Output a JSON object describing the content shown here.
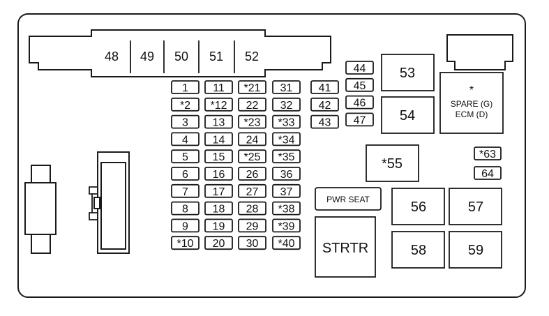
{
  "connector_labels": [
    "48",
    "49",
    "50",
    "51",
    "52"
  ],
  "fuse_column_1": [
    "1",
    "*2",
    "3",
    "4",
    "5",
    "6",
    "7",
    "8",
    "9",
    "*10"
  ],
  "fuse_column_2": [
    "11",
    "*12",
    "13",
    "14",
    "15",
    "16",
    "17",
    "18",
    "19",
    "20"
  ],
  "fuse_column_3": [
    "*21",
    "22",
    "*23",
    "24",
    "*25",
    "26",
    "27",
    "28",
    "29",
    "30"
  ],
  "fuse_column_4": [
    "31",
    "32",
    "*33",
    "*34",
    "*35",
    "36",
    "37",
    "*38",
    "*39",
    "*40"
  ],
  "fuse_column_5": [
    "41",
    "42",
    "43"
  ],
  "fuse_column_6": [
    "44",
    "45",
    "46",
    "47"
  ],
  "right_fuses": [
    "*63",
    "64"
  ],
  "relays": {
    "r53": "53",
    "r54": "54",
    "r55": "*55",
    "r56": "56",
    "r57": "57",
    "r58": "58",
    "r59": "59",
    "pwr_seat": "PWR SEAT",
    "strtr": "STRTR"
  },
  "spare": {
    "star": "*",
    "line1": "SPARE (G)",
    "line2": "ECM (D)"
  }
}
